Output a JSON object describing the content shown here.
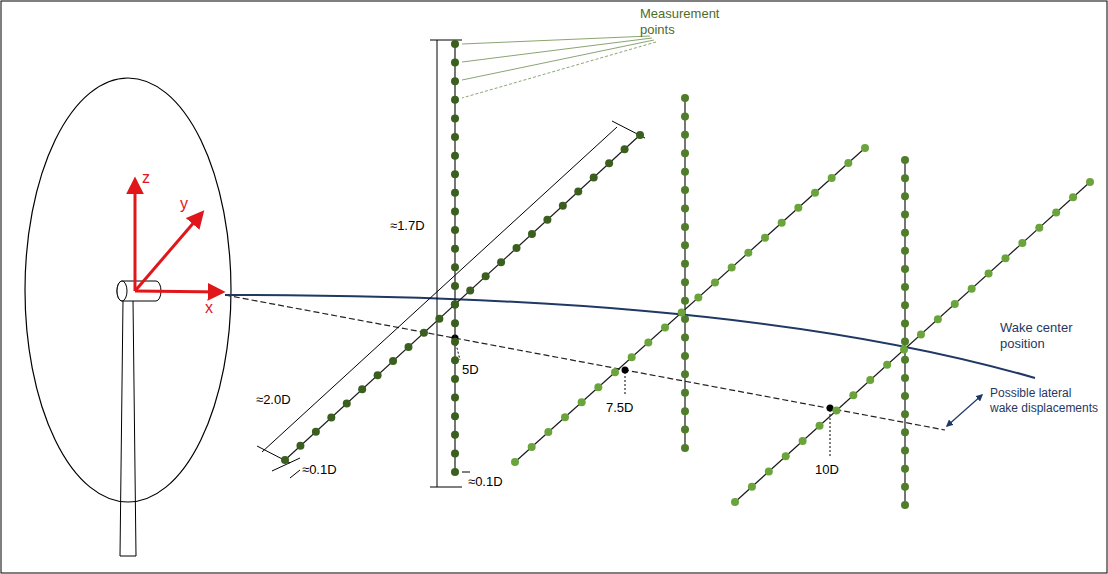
{
  "diagram": {
    "labels": [
      "Measurement points",
      "z",
      "y",
      "x",
      "≈1.7D",
      "≈2.0D",
      "≈0.1D",
      "≈0.1D",
      "5D",
      "7.5D",
      "10D",
      "Wake center position",
      "Possible lateral wake displacements"
    ]
  }
}
